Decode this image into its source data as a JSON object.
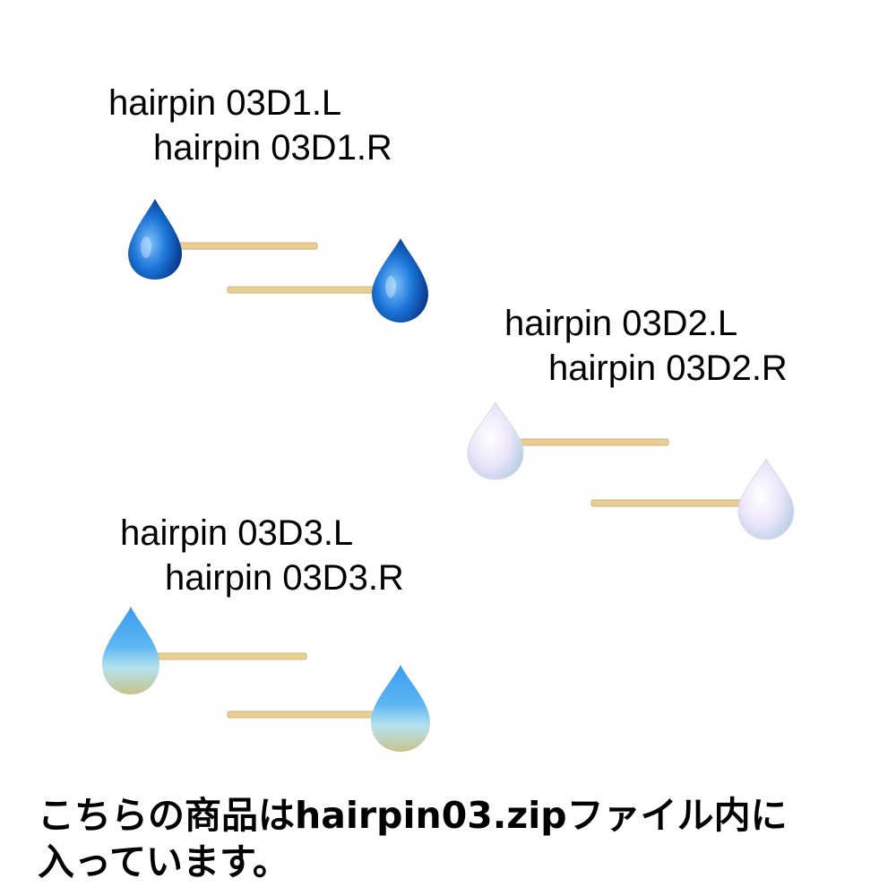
{
  "groups": [
    {
      "label_l": "hairpin 03D1.L",
      "label_r": "hairpin 03D1.R",
      "pins": [
        {
          "name": "hairpin-03d1-l",
          "drop": "dark-blue-teardrop",
          "colors": [
            "#7ec3ff",
            "#1a73d6",
            "#0a3a8c"
          ]
        },
        {
          "name": "hairpin-03d1-r",
          "drop": "dark-blue-teardrop",
          "colors": [
            "#7ec3ff",
            "#1a73d6",
            "#0a3a8c"
          ]
        }
      ]
    },
    {
      "label_l": "hairpin 03D2.L",
      "label_r": "hairpin 03D2.R",
      "pins": [
        {
          "name": "hairpin-03d2-l",
          "drop": "pale-lavender-teardrop",
          "colors": [
            "#ffffff",
            "#ece6fa",
            "#b7cfe6"
          ]
        },
        {
          "name": "hairpin-03d2-r",
          "drop": "pale-lavender-teardrop",
          "colors": [
            "#ffffff",
            "#ece6fa",
            "#b7cfe6"
          ]
        }
      ]
    },
    {
      "label_l": "hairpin 03D3.L",
      "label_r": "hairpin 03D3.R",
      "pins": [
        {
          "name": "hairpin-03d3-l",
          "drop": "blue-gradient-teardrop",
          "colors": [
            "#3a9cf0",
            "#b4e2ef",
            "#c9c28a"
          ]
        },
        {
          "name": "hairpin-03d3-r",
          "drop": "blue-gradient-teardrop",
          "colors": [
            "#3a9cf0",
            "#b4e2ef",
            "#c9c28a"
          ]
        }
      ]
    }
  ],
  "pin_stick_color": "#e9cf92",
  "caption": {
    "line1": "こちらの商品はhairpin03.zipファイル内に",
    "line2": "入っています。"
  }
}
